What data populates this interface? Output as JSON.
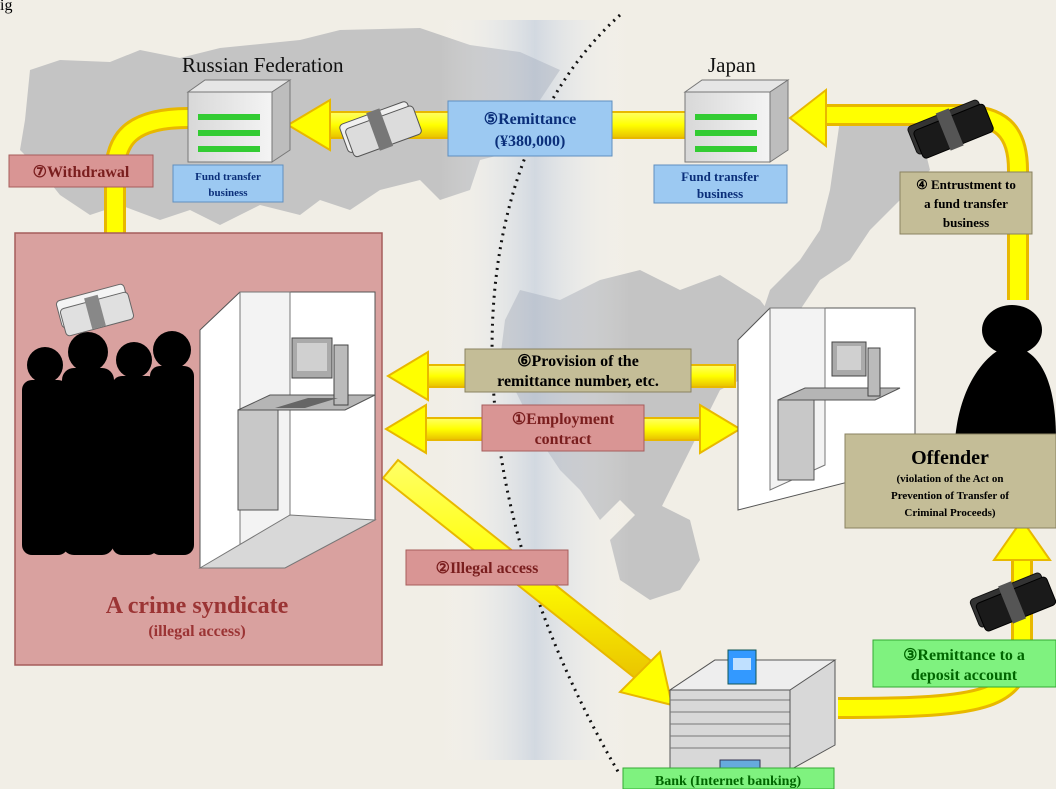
{
  "title_fragment": "ig",
  "locations": {
    "russia": "Russian Federation",
    "japan": "Japan"
  },
  "businesses": {
    "russia_line1": "Fund transfer",
    "russia_line2": "business",
    "japan_line1": "Fund transfer",
    "japan_line2": "business"
  },
  "steps": {
    "s1_line1": "①Employment",
    "s1_line2": "contract",
    "s2": "②Illegal access",
    "s3_line1": "③Remittance to a",
    "s3_line2": "deposit account",
    "s4_line1": "④ Entrustment to",
    "s4_line2": "a fund transfer",
    "s4_line3": "business",
    "s5_line1": "⑤Remittance",
    "s5_line2": "(¥380,000)",
    "s6_line1": "⑥Provision of the",
    "s6_line2": "remittance number, etc.",
    "s7": "⑦Withdrawal"
  },
  "syndicate": {
    "title": "A crime syndicate",
    "subtitle": "(illegal access)"
  },
  "offender": {
    "title": "Offender",
    "line1": "(violation of the Act on",
    "line2": "Prevention of Transfer of",
    "line3": "Criminal Proceeds)"
  },
  "bank": {
    "label": "Bank (Internet banking)"
  },
  "colors": {
    "background": "#f1eee6",
    "map_gray": "#c2c2c2",
    "syndicate_box": "#d9a19f",
    "syndicate_text": "#9b3434",
    "step_pink": "#d99594",
    "step_blue": "#9cc9f2",
    "step_green": "#7ff27f",
    "step_khaki": "#c4bd97",
    "arrow_yellow": "#ffff00",
    "arrow_orange": "#f2b705",
    "green_text": "#008000",
    "blue_text": "#0b2f7a"
  },
  "icons": [
    "computer-icon",
    "money-stack-icon",
    "fund-transfer-machine-icon",
    "bank-building-icon",
    "people-silhouette-icon",
    "offender-silhouette-icon"
  ]
}
